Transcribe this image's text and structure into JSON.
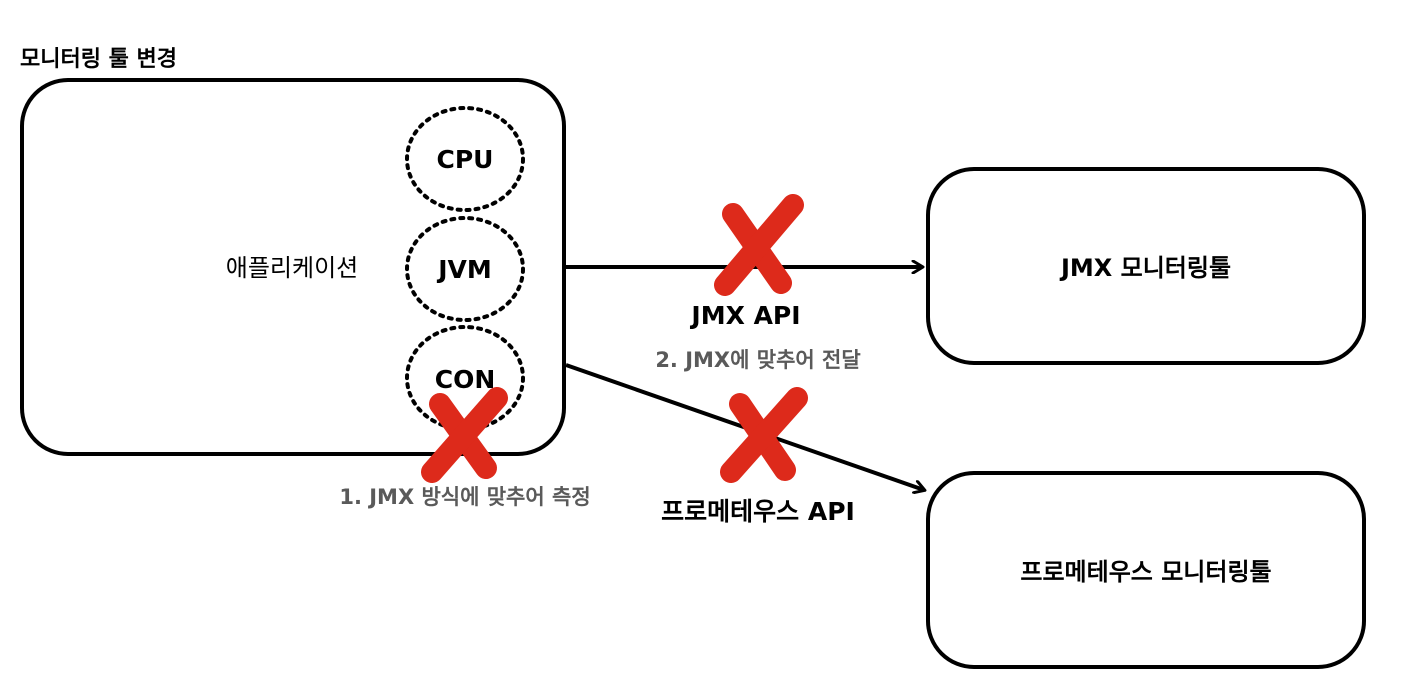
{
  "title": "모니터링 툴 변경",
  "application": {
    "label": "애플리케이션",
    "metrics": [
      "CPU",
      "JVM",
      "CON"
    ]
  },
  "targets": {
    "jmx_tool": "JMX 모니터링툴",
    "prometheus_tool": "프로메테우스 모니터링툴"
  },
  "apis": {
    "jmx_api": "JMX API",
    "prometheus_api": "프로메테우스 API"
  },
  "steps": {
    "step1": "1. JMX 방식에 맞추어 측정",
    "step2": "2. JMX에 맞추어 전달"
  },
  "colors": {
    "line": "#000000",
    "cross": "#dd2a1b",
    "step_text": "#5a5a5a"
  }
}
